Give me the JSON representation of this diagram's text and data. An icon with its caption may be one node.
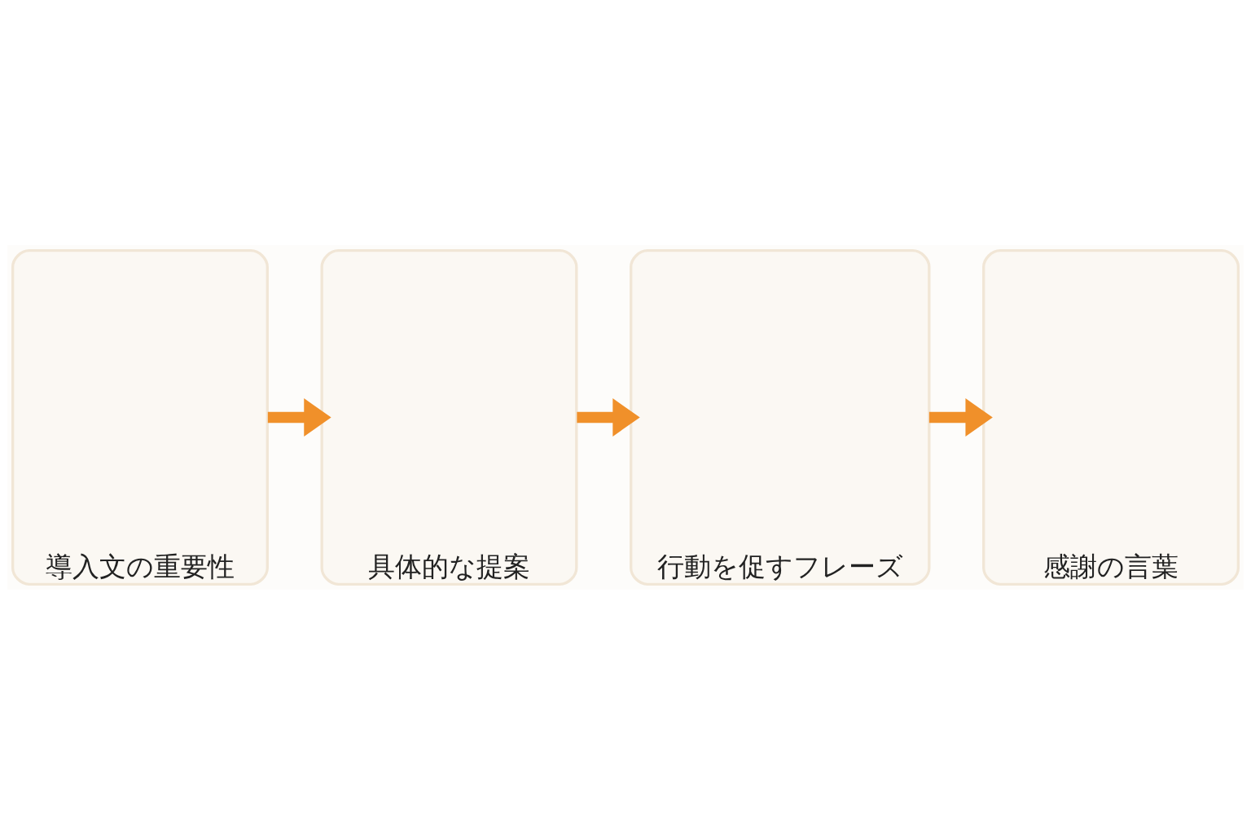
{
  "diagram": {
    "nodes": [
      {
        "text": [
          "導入文の重要性"
        ]
      },
      {
        "text": [
          "具体的な提案"
        ]
      },
      {
        "text": [
          "行動を促すフレーズ"
        ]
      },
      {
        "text": [
          "感謝の言葉"
        ]
      }
    ],
    "edges": [
      {
        "from": 0,
        "to": 1,
        "arrow": "to"
      },
      {
        "from": 1,
        "to": 2,
        "arrow": "to"
      },
      {
        "from": 2,
        "to": 3,
        "arrow": "to"
      }
    ]
  }
}
